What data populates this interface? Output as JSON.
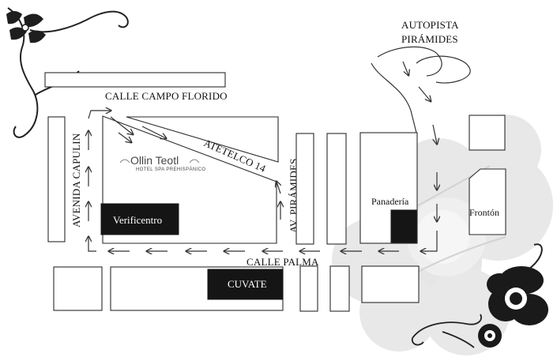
{
  "streets": {
    "autopista_line1": "AUTOPISTA",
    "autopista_line2": "PIRÁMIDES",
    "campo_florido": "CALLE CAMPO FLORIDO",
    "atetelco": "ATETELCO 14",
    "av_piramides": "AV. PIRÁMIDES",
    "avenida_capulin": "AVENIDA CAPULIN",
    "calle_palma": "CALLE PALMA"
  },
  "places": {
    "verificentro": "Verificentro",
    "panaderia": "Panadería",
    "fronton": "Frontón",
    "cuvate": "CUVATE"
  },
  "logo": {
    "name": "Ollin Teotl",
    "subtitle": "HOTEL SPA PREHISPÁNICO"
  },
  "colors": {
    "landmark_fill": "#151515",
    "block_stroke": "#2a2a2a",
    "flower_fill": "#e6e6e6"
  }
}
